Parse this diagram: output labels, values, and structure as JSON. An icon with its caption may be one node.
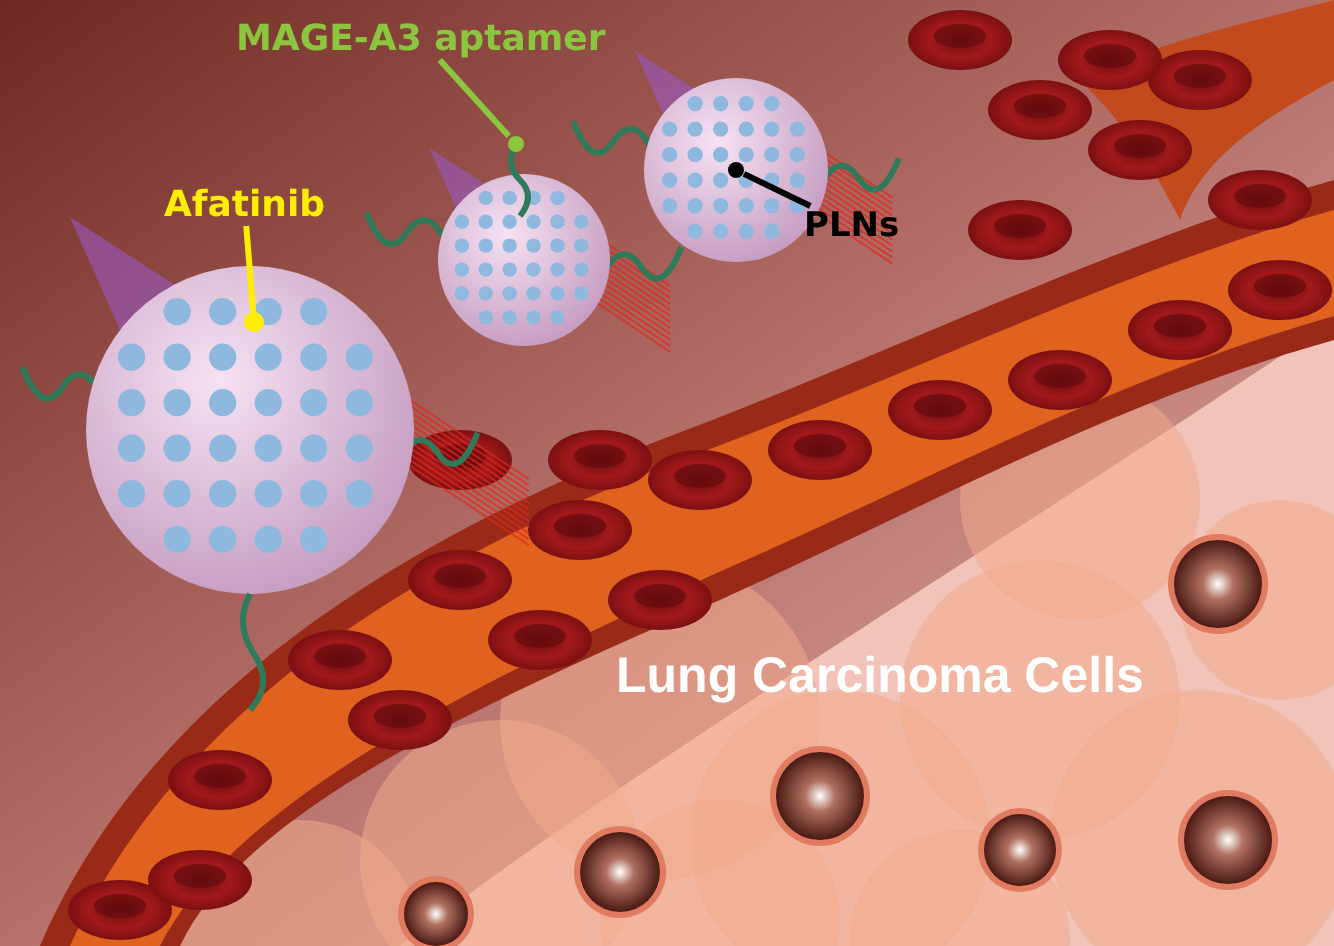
{
  "diagram": {
    "nodes": [
      {
        "text": [
          "Afatinib"
        ]
      },
      {
        "text": [],
        "shape": "circle"
      },
      {
        "text": [
          "MAGE-A3 aptamer"
        ]
      },
      {
        "text": [],
        "shape": "circle"
      },
      {
        "text": [
          "PLNs"
        ]
      },
      {
        "text": [],
        "shape": "circle"
      }
    ],
    "edges": [
      {
        "from": 0,
        "to": 1,
        "arrow": "none"
      },
      {
        "from": 2,
        "to": 3,
        "arrow": "none",
        "color": "#8cc63f"
      },
      {
        "from": 4,
        "to": 5,
        "arrow": "none",
        "color": "#000000"
      }
    ],
    "labels": [
      "Lung Carcinoma Cells"
    ]
  }
}
